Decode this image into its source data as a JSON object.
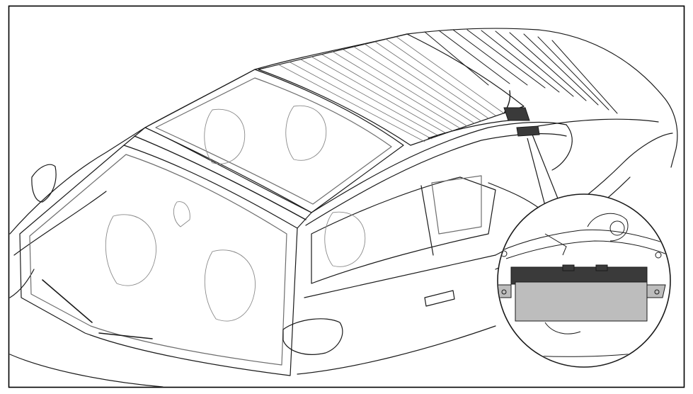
{
  "diagram": {
    "subject": "car-roof-control-unit-location",
    "colors": {
      "background": "#ffffff",
      "line": "#1a1a1a",
      "faint_line": "#6e6e6e",
      "module_fill": "#bdbdbd",
      "module_dark": "#3a3a3a",
      "border": "#000000"
    },
    "callout": {
      "shape": "circle",
      "points_to": "control-module-behind-roof"
    }
  }
}
